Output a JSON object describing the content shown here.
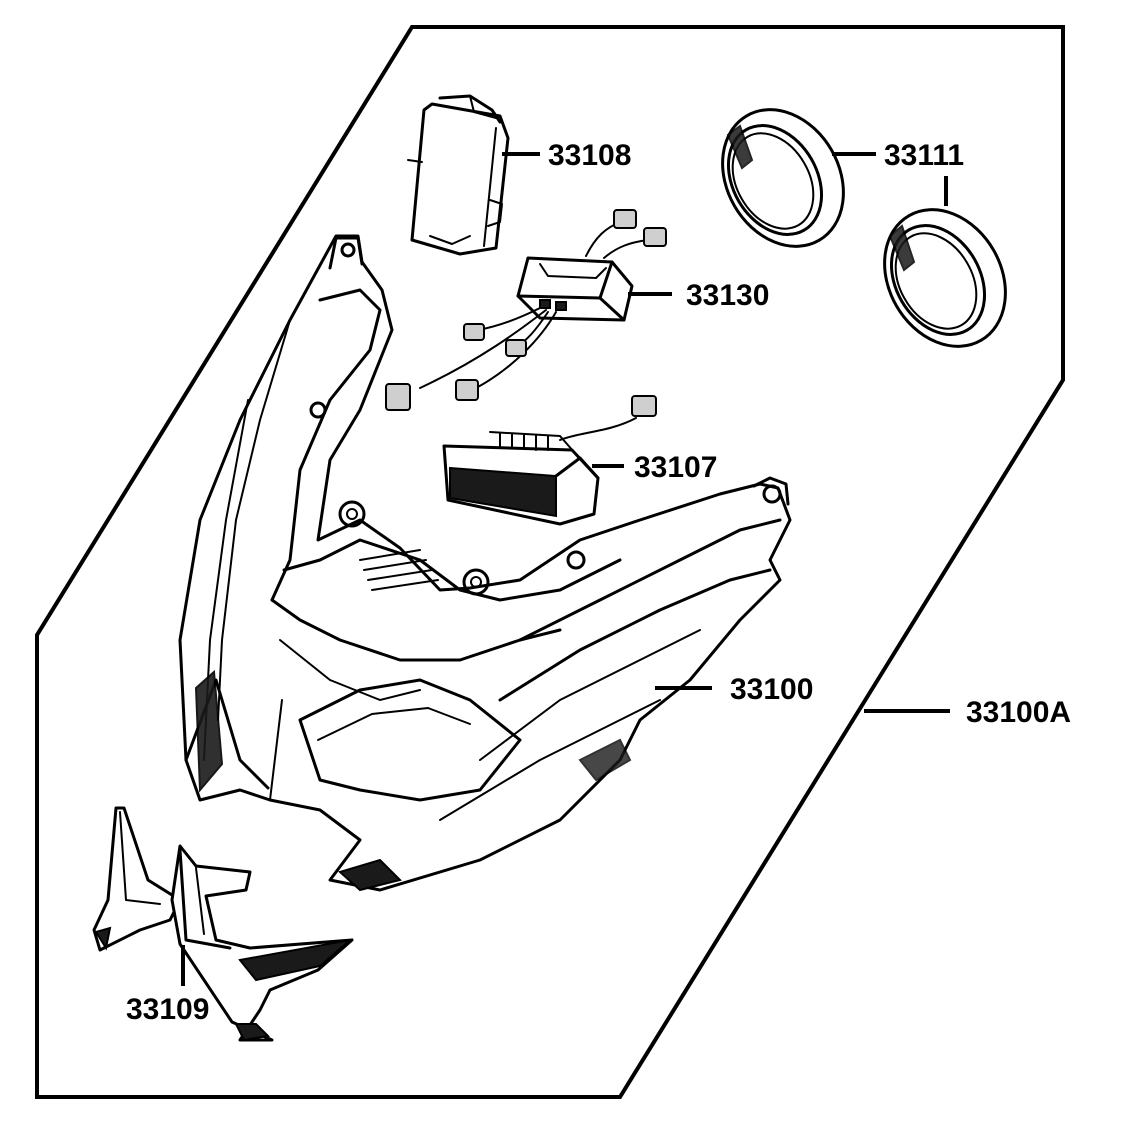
{
  "diagram": {
    "parts": [
      {
        "id": "33108",
        "label": "33108"
      },
      {
        "id": "33111",
        "label": "33111"
      },
      {
        "id": "33130",
        "label": "33130"
      },
      {
        "id": "33107",
        "label": "33107"
      },
      {
        "id": "33100",
        "label": "33100"
      },
      {
        "id": "33100A",
        "label": "33100A"
      },
      {
        "id": "33109",
        "label": "33109"
      }
    ]
  }
}
